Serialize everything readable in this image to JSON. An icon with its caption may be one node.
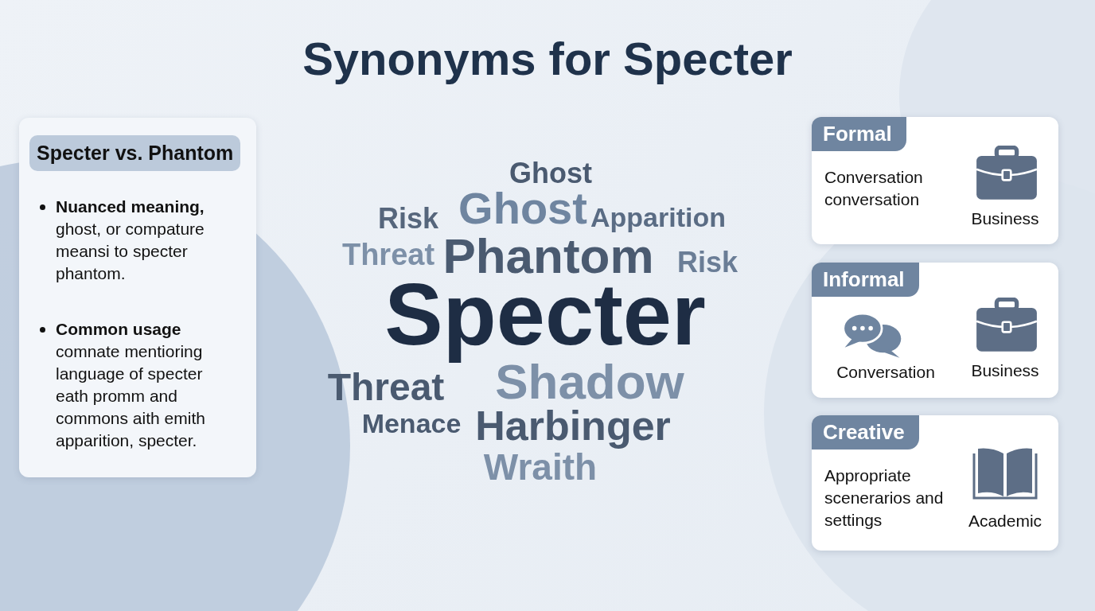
{
  "diagram": {
    "title": "Synonyms for Specter",
    "nodes": [
      {
        "text": [
          "Specter vs. Phantom",
          "**Nuanced meaning,** ghost, or compature meansi to specter phantom.",
          "**Common usage** comnate mentioring language of specter eath promm and commons aith emith apparition, specter."
        ]
      },
      {
        "text": [
          "Formal",
          "Conversation conversation",
          "Business"
        ]
      },
      {
        "text": [
          "Informal",
          "Conversation",
          "Business"
        ]
      },
      {
        "text": [
          "Creative",
          "Appropriate scenerarios and settings",
          "Academic"
        ]
      }
    ],
    "labels": [
      "Ghost",
      "Risk",
      "Ghost",
      "Apparition",
      "Threat",
      "Phantom",
      "Risk",
      "Specter",
      "Threat",
      "Shadow",
      "Menace",
      "Harbinger",
      "Wraith"
    ]
  }
}
